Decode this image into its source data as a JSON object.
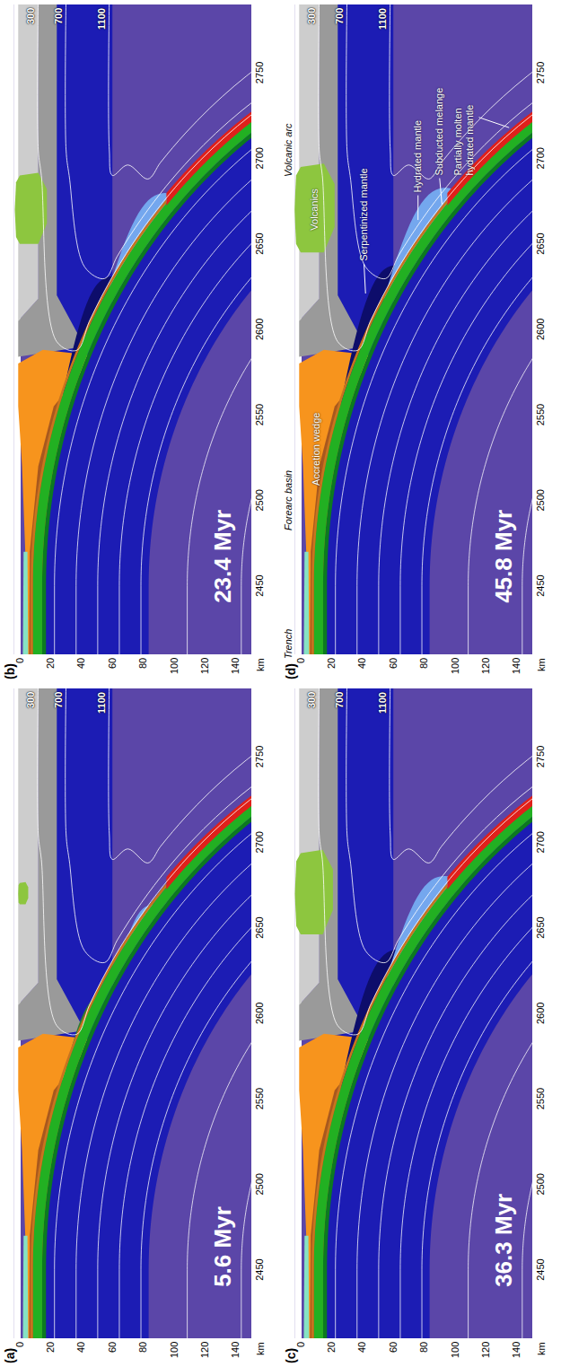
{
  "diagram": {
    "labels": [
      "(a)",
      "0",
      "20",
      "40",
      "60",
      "80",
      "100",
      "120",
      "140",
      "km",
      "2450",
      "2500",
      "2550",
      "2600",
      "2650",
      "2700",
      "2750",
      "300",
      "700",
      "1100",
      "5.6 Myr",
      "(b)",
      "0",
      "20",
      "40",
      "60",
      "80",
      "100",
      "120",
      "140",
      "km",
      "2450",
      "2500",
      "2550",
      "2600",
      "2650",
      "2700",
      "2750",
      "300",
      "700",
      "1100",
      "23.4 Myr",
      "(c)",
      "0",
      "20",
      "40",
      "60",
      "80",
      "100",
      "120",
      "140",
      "km",
      "2450",
      "2500",
      "2550",
      "2600",
      "2650",
      "2700",
      "2750",
      "300",
      "700",
      "1100",
      "36.3 Myr",
      "(d)",
      "0",
      "20",
      "40",
      "60",
      "80",
      "100",
      "120",
      "140",
      "km",
      "2450",
      "2500",
      "2550",
      "2600",
      "2650",
      "2700",
      "2750",
      "300",
      "700",
      "1100",
      "45.8 Myr",
      "Trench",
      "Forearc basin",
      "Accretion wedge",
      "Volcanic arc",
      "Volcanics",
      "Serpentinized mantle",
      "Hydrated mantle",
      "Subducted melange",
      "Partially molten hydrated mantle"
    ]
  }
}
